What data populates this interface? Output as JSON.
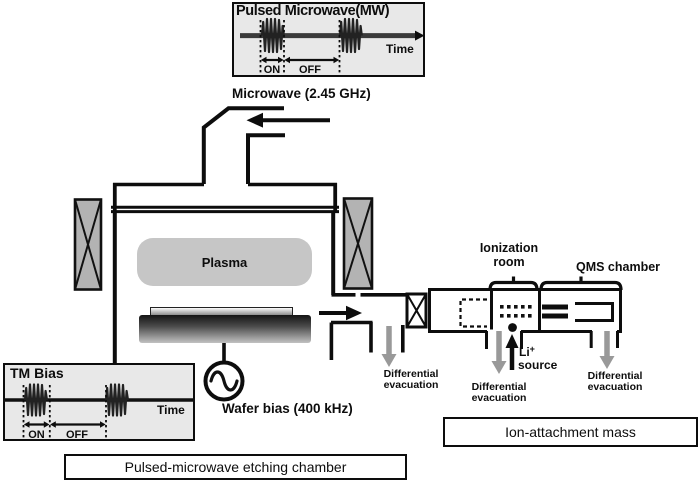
{
  "mw_inset": {
    "title": "Pulsed Microwave(MW)",
    "on": "ON",
    "off": "OFF",
    "time": "Time"
  },
  "microwave_source_label": "Microwave (2.45 GHz)",
  "tm_inset": {
    "title": "TM Bias",
    "on": "ON",
    "off": "OFF",
    "time": "Time"
  },
  "etching_chamber": {
    "plasma": "Plasma",
    "wafer_bias": "Wafer bias (400 kHz)",
    "caption": "Pulsed-microwave etching chamber"
  },
  "mass_spectrometer": {
    "ionization_room_line1": "Ionization",
    "ionization_room_line2": "room",
    "qms_chamber": "QMS chamber",
    "li_symbol": "Li",
    "li_charge": "+",
    "li_source_word": "source",
    "caption": "Ion-attachment mass"
  },
  "evacuation_labels": [
    {
      "line1": "Differential",
      "line2": "evacuation"
    },
    {
      "line1": "Differential",
      "line2": "evacuation"
    },
    {
      "line1": "Differential",
      "line2": "evacuation"
    }
  ],
  "colors": {
    "line": "#0d0d0d",
    "inset_bg": "#e8e8e8",
    "magnet_gray": "#b3b3b3",
    "plasma_gray": "#c6c6c6",
    "evac_arrow_gray": "#999999",
    "mw_axis_gray": "#3a3a3a"
  }
}
